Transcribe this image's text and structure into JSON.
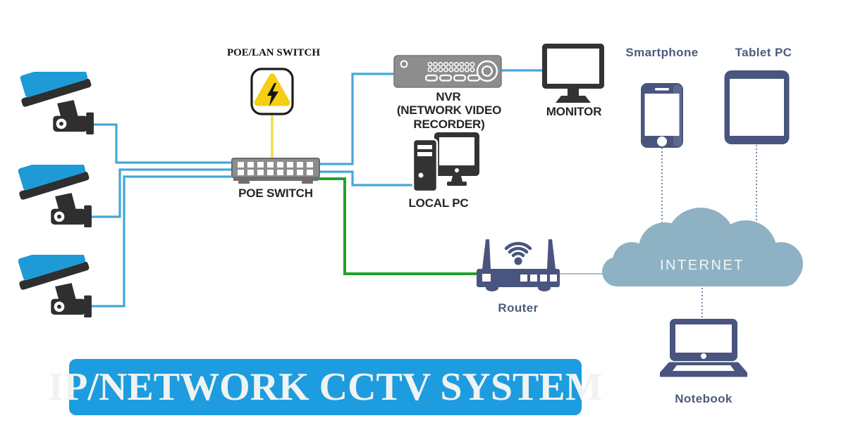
{
  "title": {
    "text": "IP/NETWORK CCTV SYSTEM"
  },
  "labels": {
    "poe_lan_switch": "POE/LAN SWITCH",
    "poe_switch": "POE SWITCH",
    "nvr": "NVR",
    "nvr_sub": "(NETWORK VIDEO RECORDER)",
    "monitor": "MONITOR",
    "local_pc": "LOCAL PC",
    "router": "Router",
    "internet": "INTERNET",
    "smartphone": "Smartphone",
    "tablet_pc": "Tablet PC",
    "notebook": "Notebook"
  },
  "devices": {
    "camera_count": 3
  },
  "colors": {
    "camera_blue": "#1e9bd7",
    "cable_blue": "#45a7da",
    "cable_green": "#22a22b",
    "cable_yellow": "#f2dc4d",
    "warning_yellow": "#f6ce13",
    "device_gray": "#8d8d8d",
    "device_slate": "#49557e",
    "cloud_blue": "#8eb2c3",
    "banner_blue": "#1d9ce0",
    "label_dark": "#262626",
    "label_slate": "#4d5b7c"
  },
  "connections": [
    {
      "from": "camera-1",
      "to": "poe-switch",
      "style": "solid",
      "color": "blue"
    },
    {
      "from": "camera-2",
      "to": "poe-switch",
      "style": "solid",
      "color": "blue"
    },
    {
      "from": "camera-3",
      "to": "poe-switch",
      "style": "solid",
      "color": "blue"
    },
    {
      "from": "poe-lan-power",
      "to": "poe-switch",
      "style": "solid",
      "color": "yellow"
    },
    {
      "from": "poe-switch",
      "to": "nvr",
      "style": "solid",
      "color": "blue"
    },
    {
      "from": "nvr",
      "to": "monitor",
      "style": "solid",
      "color": "blue"
    },
    {
      "from": "poe-switch",
      "to": "local-pc",
      "style": "solid",
      "color": "blue"
    },
    {
      "from": "poe-switch",
      "to": "router",
      "style": "solid",
      "color": "green"
    },
    {
      "from": "router",
      "to": "internet",
      "style": "solid",
      "color": "light-blue"
    },
    {
      "from": "smartphone",
      "to": "internet",
      "style": "dotted",
      "color": "slate"
    },
    {
      "from": "tablet-pc",
      "to": "internet",
      "style": "dotted",
      "color": "slate"
    },
    {
      "from": "internet",
      "to": "notebook",
      "style": "dotted",
      "color": "slate"
    }
  ]
}
